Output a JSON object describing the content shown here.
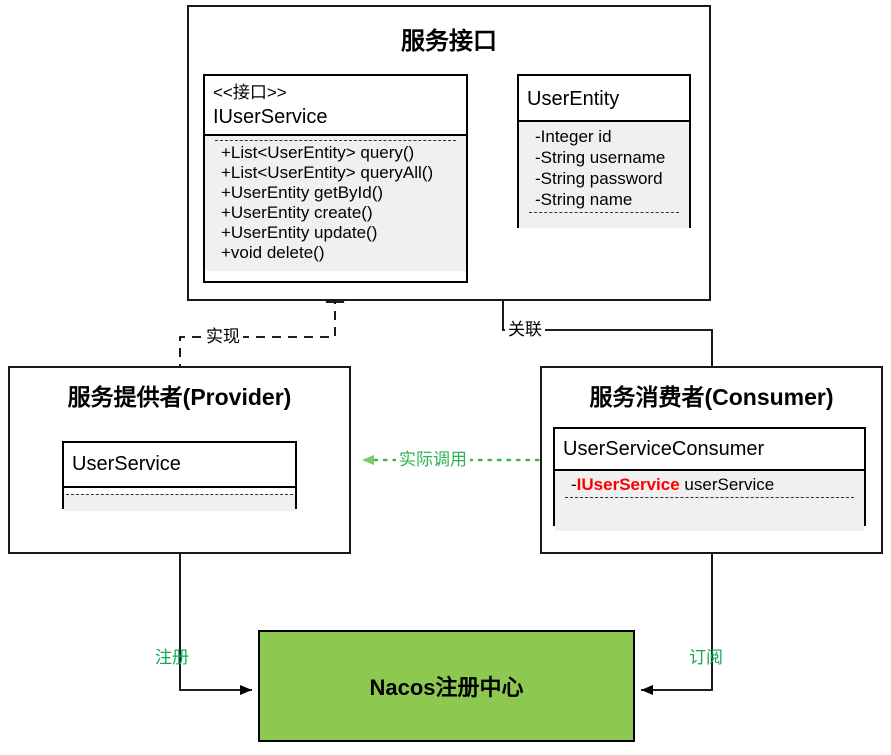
{
  "diagram": {
    "title_top": "服务接口",
    "background": "#ffffff",
    "accent_green": "#8dc850",
    "label_green": "#11a85c",
    "call_green": "#2eb457",
    "red": "#ff0000"
  },
  "service_interface_group": {
    "title": "服务接口"
  },
  "iuserservice": {
    "stereotype": "<<接口>>",
    "name": "IUserService",
    "methods": [
      "+List<UserEntity> query()",
      "+List<UserEntity> queryAll()",
      "+UserEntity getById()",
      "+UserEntity create()",
      "+UserEntity update()",
      "+void delete()"
    ]
  },
  "userentity": {
    "name": "UserEntity",
    "attributes": [
      "-Integer id",
      "-String username",
      "-String password",
      "-String name"
    ]
  },
  "provider_group": {
    "title": "服务提供者(Provider)"
  },
  "userservice": {
    "name": "UserService",
    "members": []
  },
  "consumer_group": {
    "title": "服务消费者(Consumer)"
  },
  "userserviceconsumer": {
    "name": "UserServiceConsumer",
    "field_visibility": "-",
    "field_type": "IUserService",
    "field_name": " userService"
  },
  "nacos": {
    "label": "Nacos注册中心"
  },
  "edges": {
    "realize": "实现",
    "associate": "关联",
    "actual_call": "实际调用",
    "register": "注册",
    "subscribe": "订阅"
  }
}
